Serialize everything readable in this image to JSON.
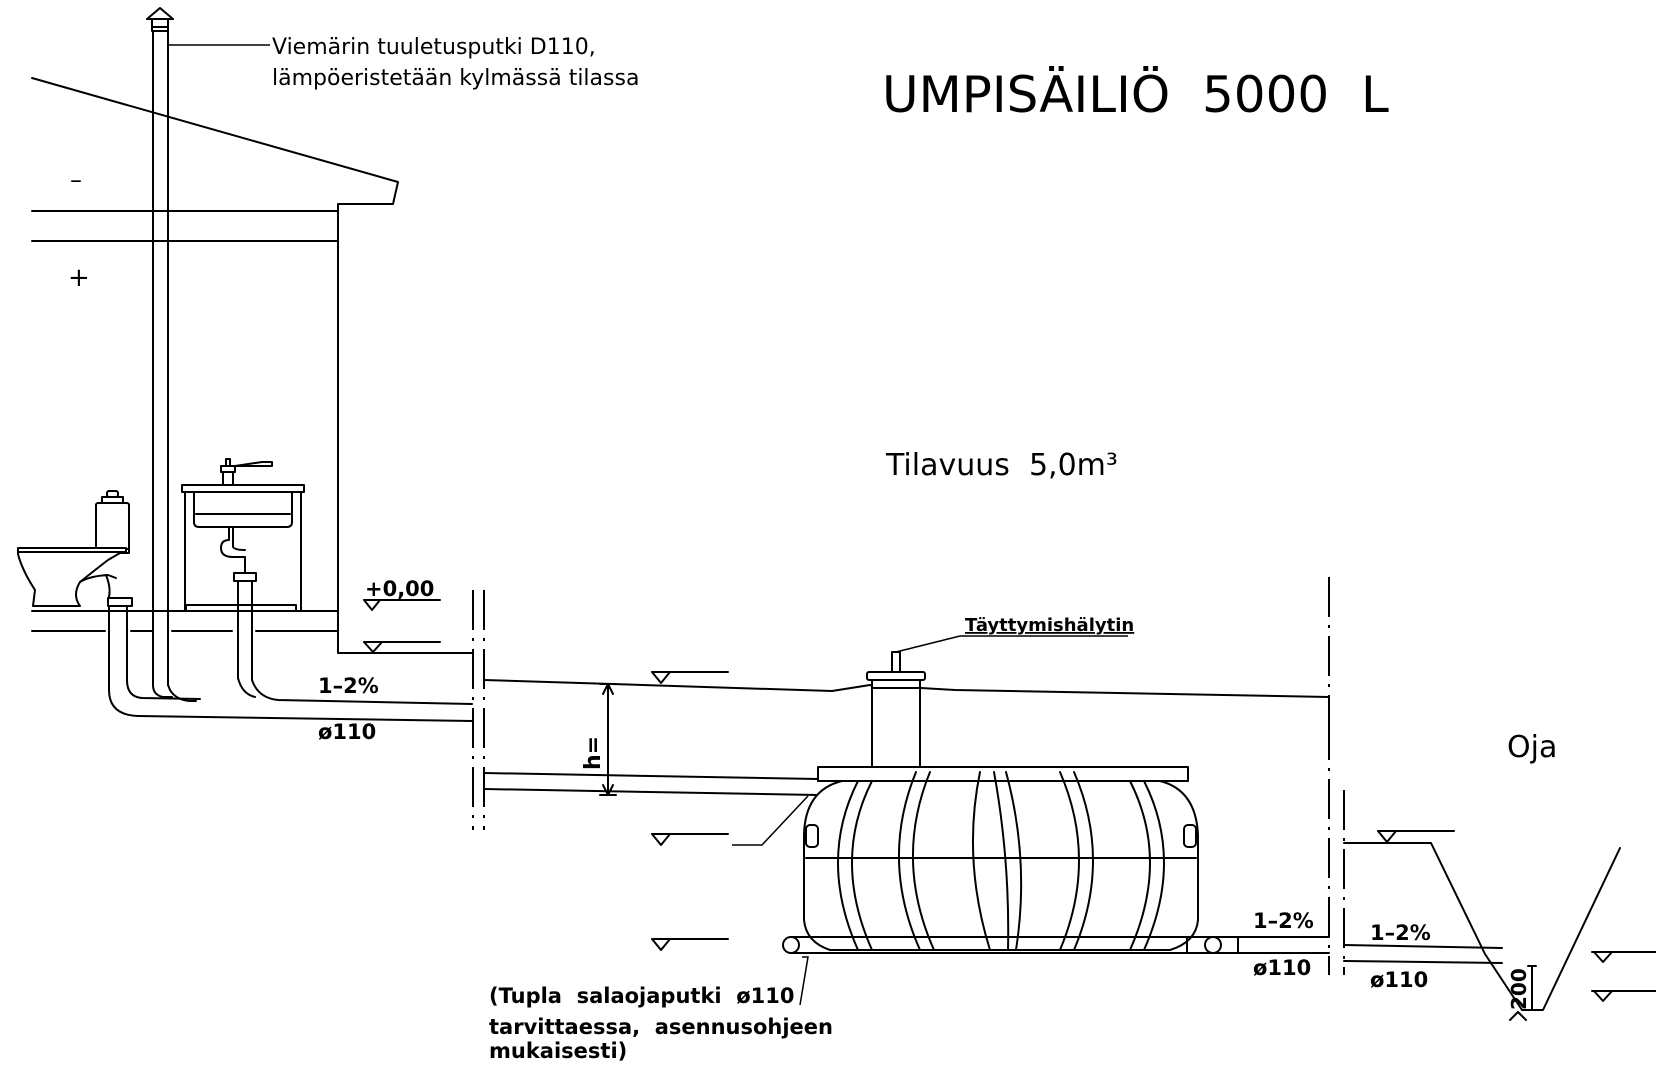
{
  "title": "UMPISÄILIÖ  5000  L",
  "volume_label": "Tilavuus  5,0m³",
  "vent_label": {
    "line1": "Viemärin  tuuletusputki  D110,",
    "line2": "lämpöeristetään  kylmässä  tilassa"
  },
  "zone_minus": "–",
  "zone_plus": "+",
  "level_zero": "+0,00",
  "slope_left": "1–2%",
  "diameter_left": "ø110",
  "height_label": "h=",
  "alarm_label": "Täyttymishälytin",
  "slope_tank": "1–2%",
  "diameter_tank": "ø110",
  "slope_ditch": "1–2%",
  "diameter_ditch": "ø110",
  "ditch_label": "Oja",
  "ditch_depth": "200",
  "drain_note": {
    "line1": "(Tupla  salaojaputki  ø110",
    "line2": "tarvittaessa,  asennusohjeen",
    "line3": "mukaisesti)"
  }
}
